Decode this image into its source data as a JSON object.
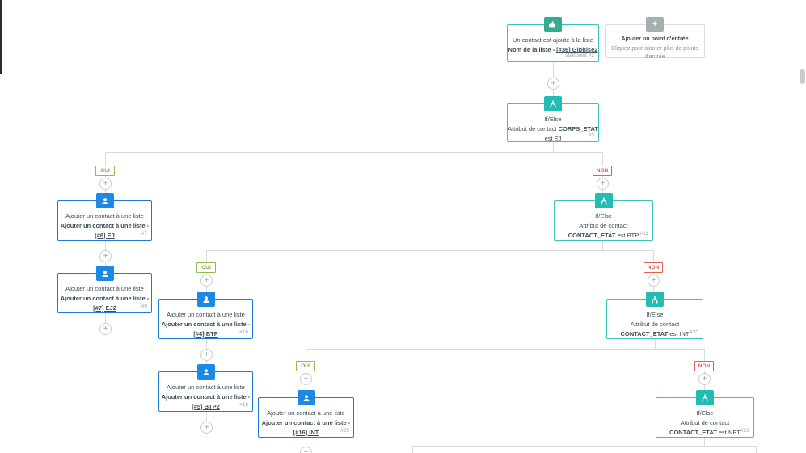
{
  "entry_points": {
    "startpoint": {
      "line1": "Un contact est ajouté à la liste",
      "line2_prefix": "Nom de la liste - ",
      "line2_link": "[#36] Giphise2",
      "badge": "startpoint #2"
    },
    "add_entry": {
      "title": "Ajouter un point d'entrée",
      "subtitle": "Cliquez pour ajouter plus de points d'entrée"
    }
  },
  "branch_labels": {
    "yes": "OUI",
    "no": "NON"
  },
  "icons": {
    "plus": "+"
  },
  "if_else": [
    {
      "title": "If/Else",
      "prefix": "Attribut de contact ",
      "attribute": "CORPS_ETAT",
      "suffix": " est EJ",
      "badge": "#3"
    },
    {
      "title": "If/Else",
      "prefix": "Attribut de contact ",
      "attribute": "CONTACT_ETAT",
      "suffix": " est BTP",
      "badge": "#11"
    },
    {
      "title": "If/Else",
      "prefix": "Attribut de contact ",
      "attribute": "CONTACT_ETAT",
      "suffix": " est INT",
      "badge": "#20"
    },
    {
      "title": "If/Else",
      "prefix": "Attribut de contact ",
      "attribute": "CONTACT_ETAT",
      "suffix": " est NET",
      "badge": "#29"
    }
  ],
  "add_to_list": [
    {
      "line1": "Ajouter un contact à une liste",
      "line2_prefix": "Ajouter un contact à une liste - ",
      "link": "[#6] EJ",
      "badge": "#7"
    },
    {
      "line1": "Ajouter un contact à une liste",
      "line2_prefix": "Ajouter un contact à une liste - ",
      "link": "[#7] EJ2",
      "badge": "#9"
    },
    {
      "line1": "Ajouter un contact à une liste",
      "line2_prefix": "Ajouter un contact à une liste - ",
      "link": "[#4] BTP",
      "badge": "#16"
    },
    {
      "line1": "Ajouter un contact à une liste",
      "line2_prefix": "Ajouter un contact à une liste - ",
      "link": "[#5] BTP2",
      "badge": "#18"
    },
    {
      "line1": "Ajouter un contact à une liste",
      "line2_prefix": "Ajouter un contact à une liste - ",
      "link": "[#16] INT",
      "badge": "#25"
    }
  ],
  "colors": {
    "teal_border": "#3cc3b8",
    "teal_icon": "#23bcb2",
    "entry_green": "#35ab94",
    "blue_border": "#1c7cd5",
    "blue_icon": "#1e88e5",
    "yes_green": "#8cbf4d",
    "no_red": "#df5f55",
    "connector": "#d8dadb",
    "badge_gray": "#98a2a8"
  }
}
